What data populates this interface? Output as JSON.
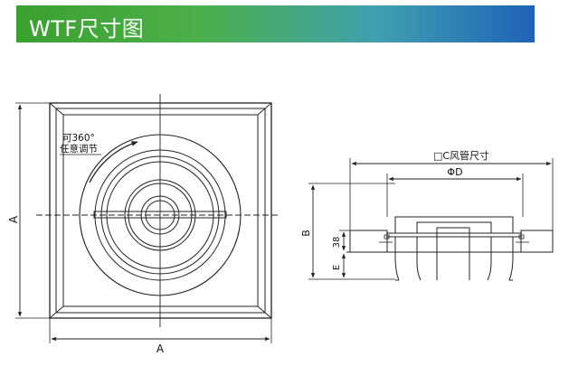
{
  "header": {
    "title": "WTF尺寸图"
  },
  "front_view": {
    "rotation_note_line1": "可360°",
    "rotation_note_line2": "任意调节",
    "dim_left": "A",
    "dim_bottom": "A"
  },
  "side_view": {
    "dim_duct": "□C风管尺寸",
    "dim_phi": "ΦD",
    "dim_b": "B",
    "dim_38": "38",
    "dim_e": "E"
  },
  "colors": {
    "banner_start": "#3aa12e",
    "banner_end": "#1f63b8",
    "line": "#222222",
    "title_text": "#ffffff"
  }
}
